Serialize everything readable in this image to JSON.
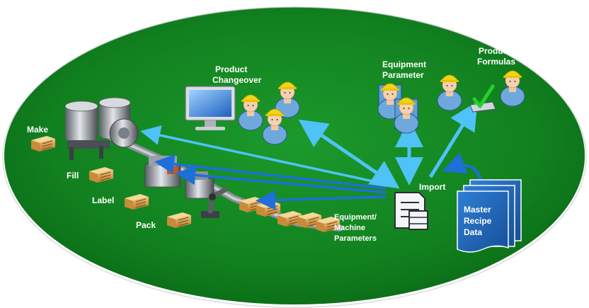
{
  "labels": {
    "make": "Make",
    "fill": "Fill",
    "label": "Label",
    "pack": "Pack",
    "product_changeover": [
      "Product",
      "Changeover"
    ],
    "equipment_parameter": [
      "Equipment",
      "Parameter"
    ],
    "product_formulas": [
      "Product",
      "Formulas"
    ],
    "import": "Import",
    "equipment_machine_parameters": [
      "Equipment/",
      "Machine",
      "Parameters"
    ],
    "master_recipe_data": [
      "Master",
      "Recipe",
      "Data"
    ]
  },
  "icons": {
    "monitor": "computer-monitor-icon",
    "worker": "worker-hardhat-icon",
    "product_box": "product-box-icon",
    "checkmark": "checkmark-icon",
    "recipe_doc": "recipe-document-icon",
    "master_docs": "master-recipe-documents-icon"
  },
  "colors": {
    "background_green": "#0f7a1e",
    "arrow_light_blue": "#4fc3f7",
    "arrow_dark_blue": "#1e6fd9",
    "doc_blue": "#1f63b8",
    "label_text": "#ffffff"
  }
}
